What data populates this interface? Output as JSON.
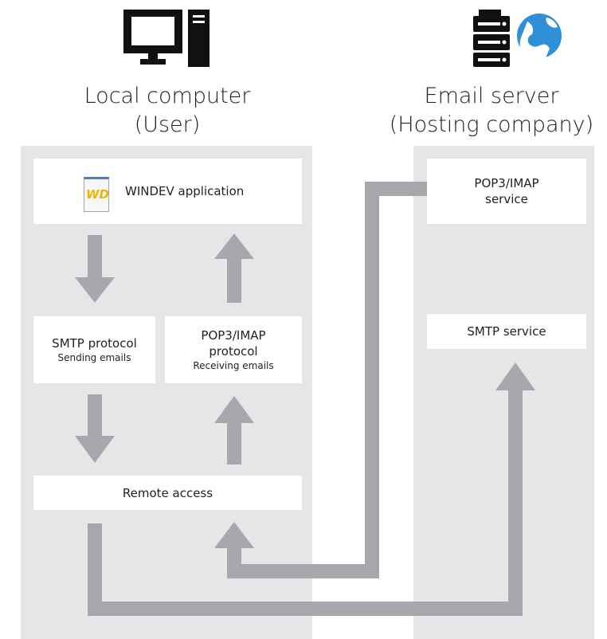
{
  "diagram": {
    "local": {
      "title_line1": "Local computer",
      "title_line2": "(User)",
      "icon": "computer-icon"
    },
    "server": {
      "title_line1": "Email server",
      "title_line2": "(Hosting company)",
      "icon": "server-globe-icon"
    },
    "boxes": {
      "windev_app": {
        "label": "WINDEV application",
        "logo_text": "WD"
      },
      "smtp_protocol": {
        "line1": "SMTP protocol",
        "line2": "Sending emails"
      },
      "pop3_protocol": {
        "line1": "POP3/IMAP",
        "line2": "protocol",
        "line3": "Receiving emails"
      },
      "remote_access": {
        "label": "Remote access"
      },
      "pop3_service": {
        "line1": "POP3/IMAP",
        "line2": "service"
      },
      "smtp_service": {
        "label": "SMTP service"
      }
    },
    "colors": {
      "panel": "#e6e6e8",
      "arrow": "#a8a8ac",
      "box": "#ffffff",
      "logo_accent": "#f0b400"
    }
  }
}
